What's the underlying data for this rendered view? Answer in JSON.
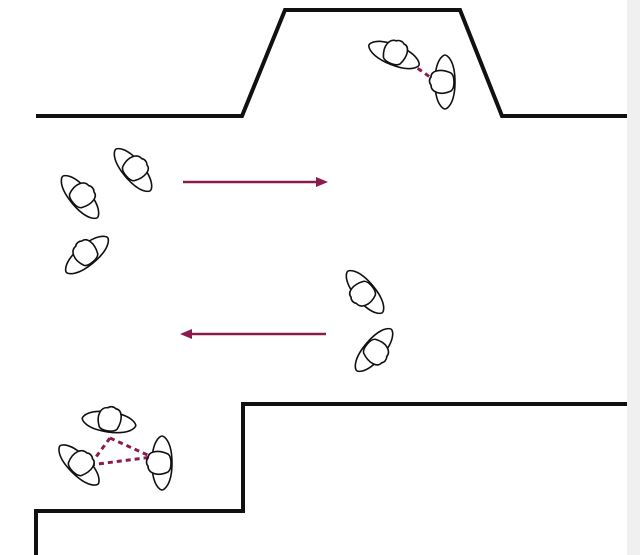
{
  "colors": {
    "background": "#ffffff",
    "wall": "#111111",
    "arrow": "#8b1a4f",
    "link": "#8b1a4f",
    "person_stroke": "#111111",
    "person_fill": "#ffffff",
    "scrollbar": "#f0f0f0"
  },
  "walls": [
    {
      "name": "upper-wall-with-alcove"
    },
    {
      "name": "lower-stepped-wall"
    }
  ],
  "flow_arrows": [
    {
      "name": "flow-arrow-right",
      "direction": "right"
    },
    {
      "name": "flow-arrow-left",
      "direction": "left"
    }
  ],
  "pedestrian_groups": [
    {
      "name": "alcove-pair",
      "size": 2,
      "linked": true
    },
    {
      "name": "walking-group-left",
      "size": 3,
      "linked": false
    },
    {
      "name": "walking-pair-right",
      "size": 2,
      "linked": false
    },
    {
      "name": "standing-triad",
      "size": 3,
      "linked": true
    }
  ],
  "scrollbar": {
    "icon": "vertical-scrollbar"
  }
}
